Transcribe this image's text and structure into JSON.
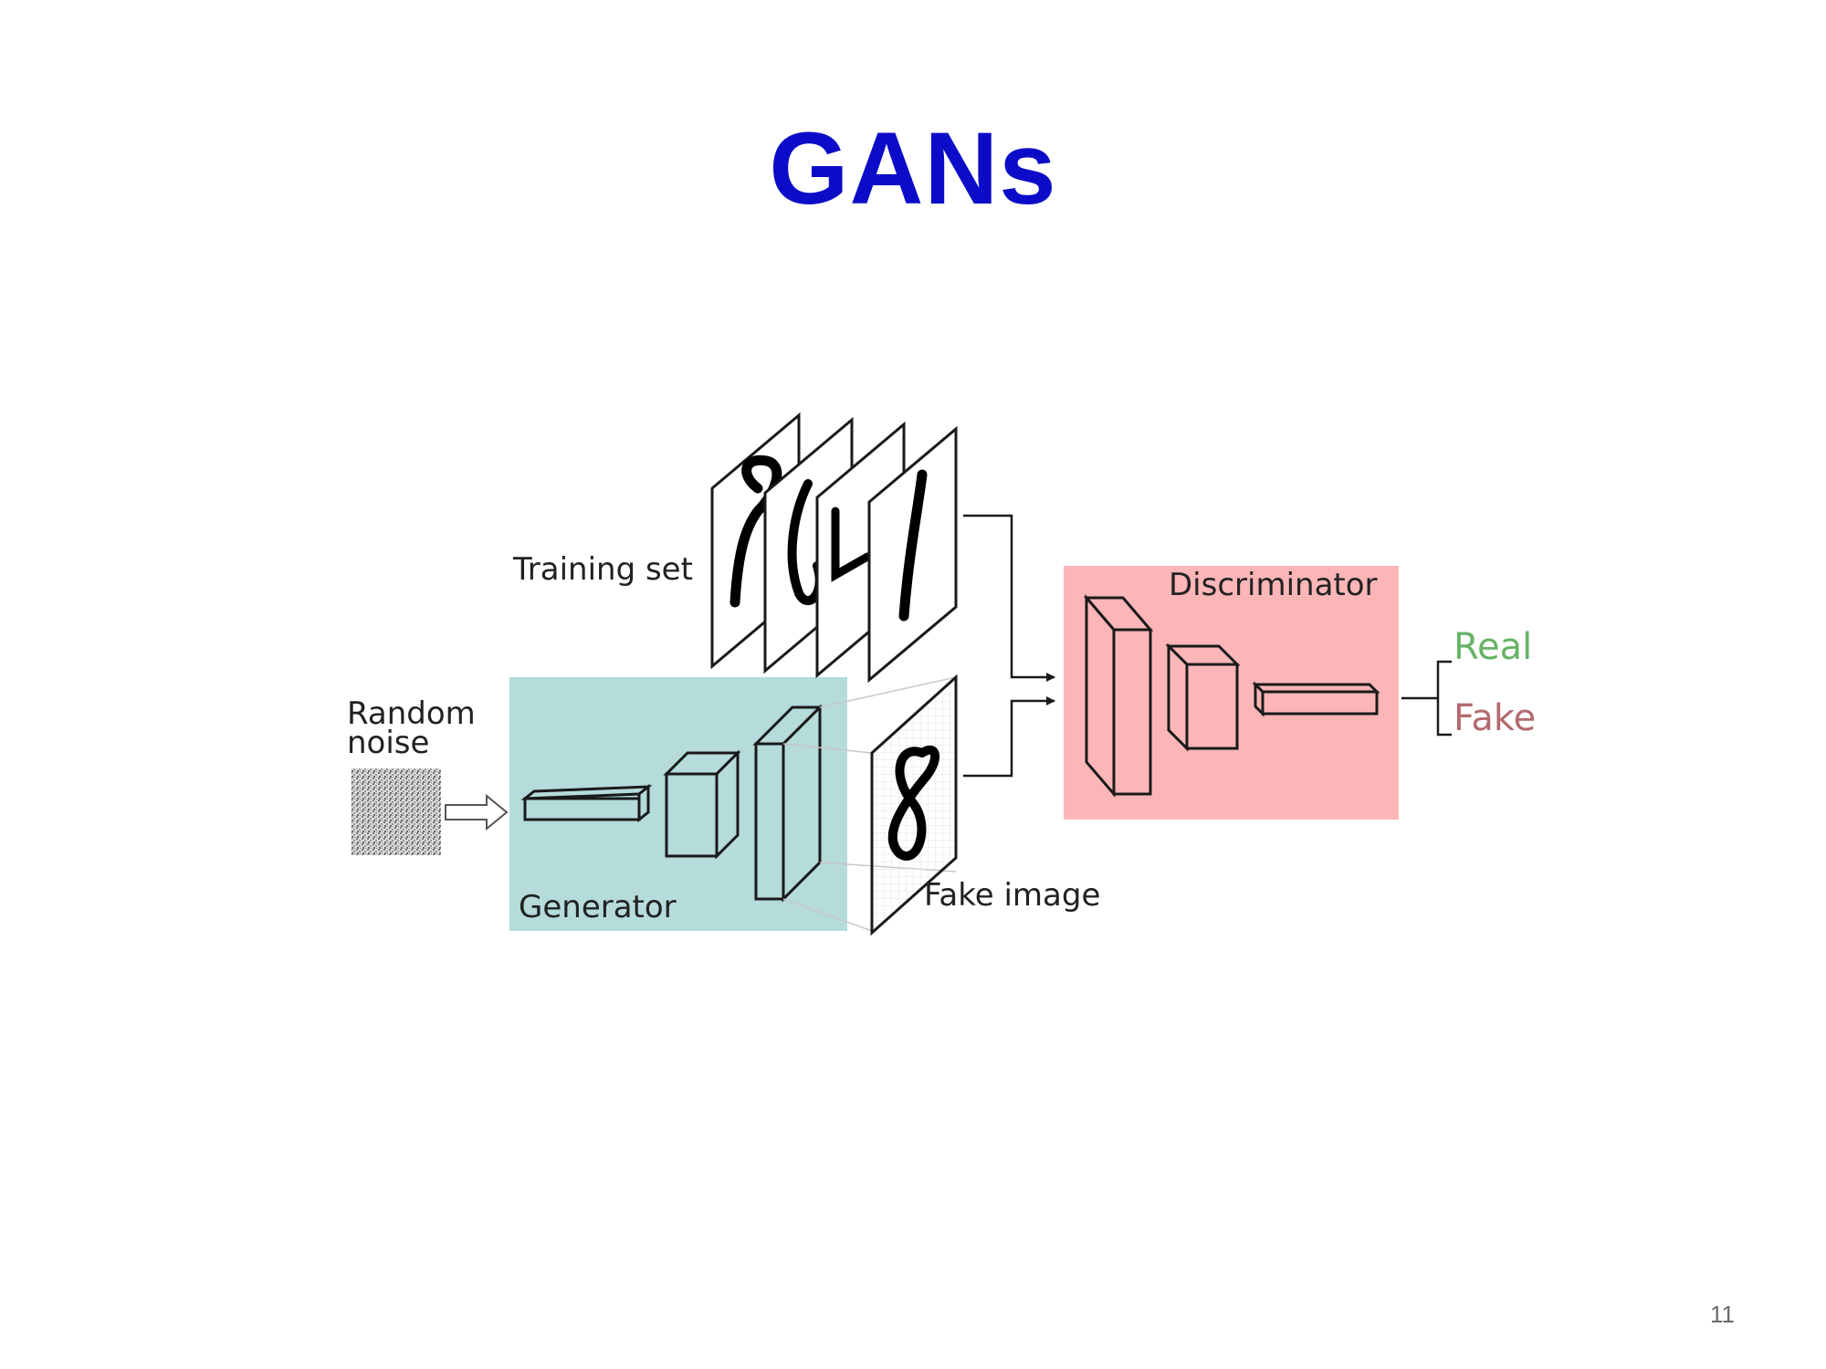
{
  "slide": {
    "title": "GANs",
    "page_number": "11"
  },
  "diagram": {
    "labels": {
      "training_set": "Training set",
      "random_noise_line1": "Random",
      "random_noise_line2": "noise",
      "generator": "Generator",
      "fake_image": "Fake image",
      "discriminator": "Discriminator",
      "real": "Real",
      "fake": "Fake"
    },
    "colors": {
      "generator_box": "#b5dbdb",
      "discriminator_box": "#fdb6b8",
      "real_text": "#66b366",
      "fake_text": "#b36a6e",
      "title": "#0c0cc8"
    }
  }
}
